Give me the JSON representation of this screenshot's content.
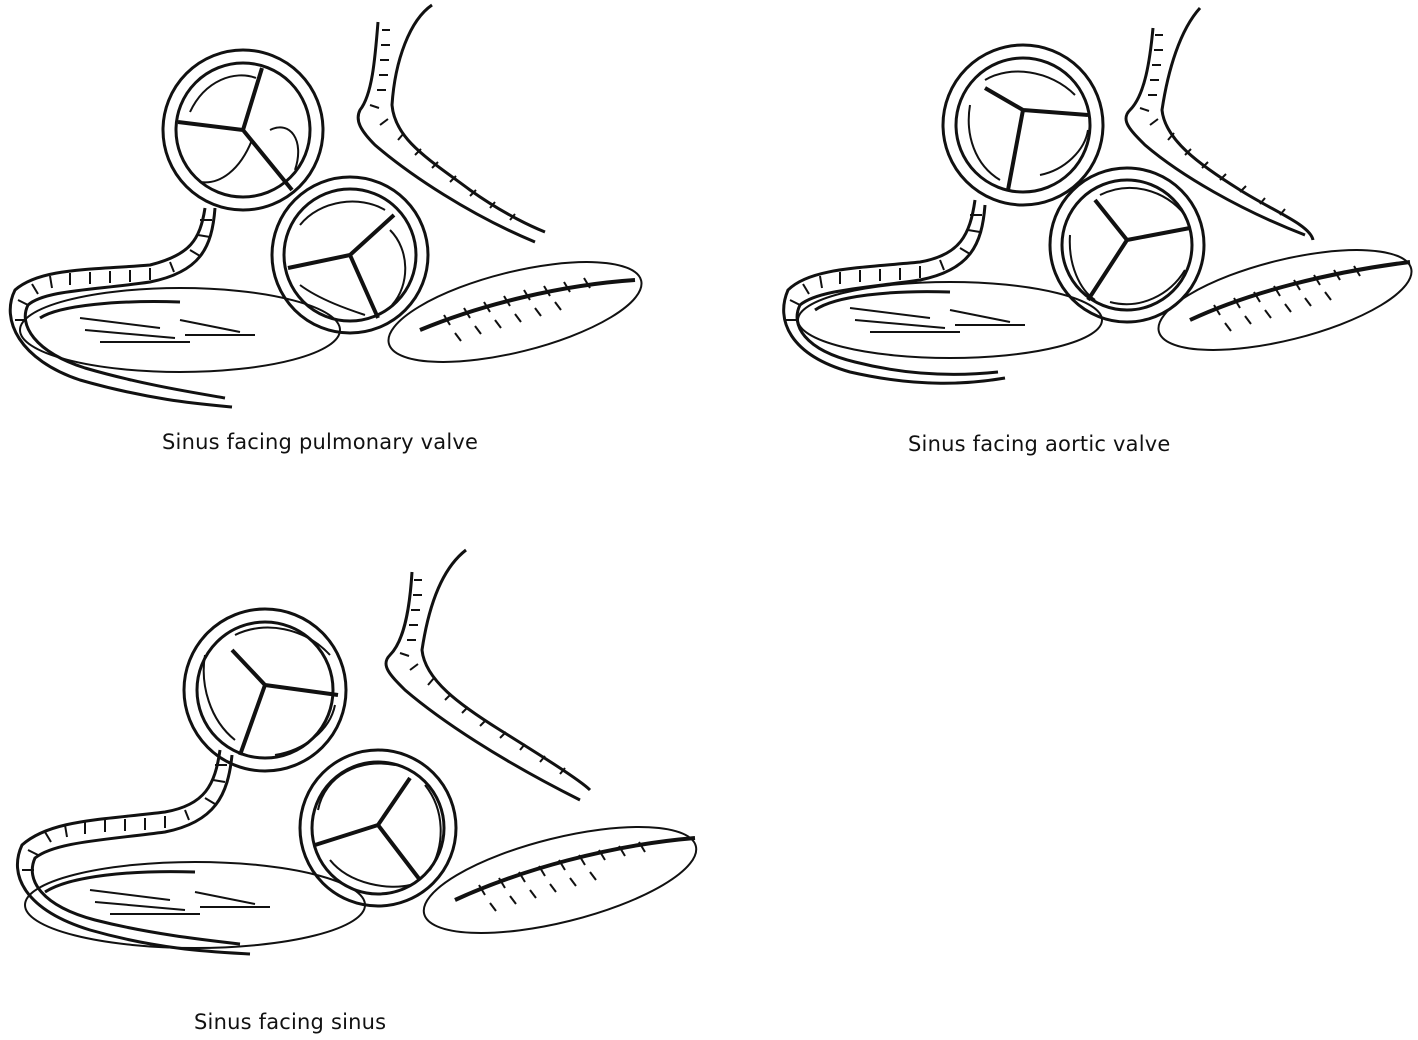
{
  "panels": [
    {
      "caption": "Sinus facing pulmonary valve"
    },
    {
      "caption": "Sinus facing aortic valve"
    },
    {
      "caption": "Sinus facing sinus"
    }
  ],
  "colors": {
    "ink": "#111111",
    "background": "#ffffff"
  }
}
